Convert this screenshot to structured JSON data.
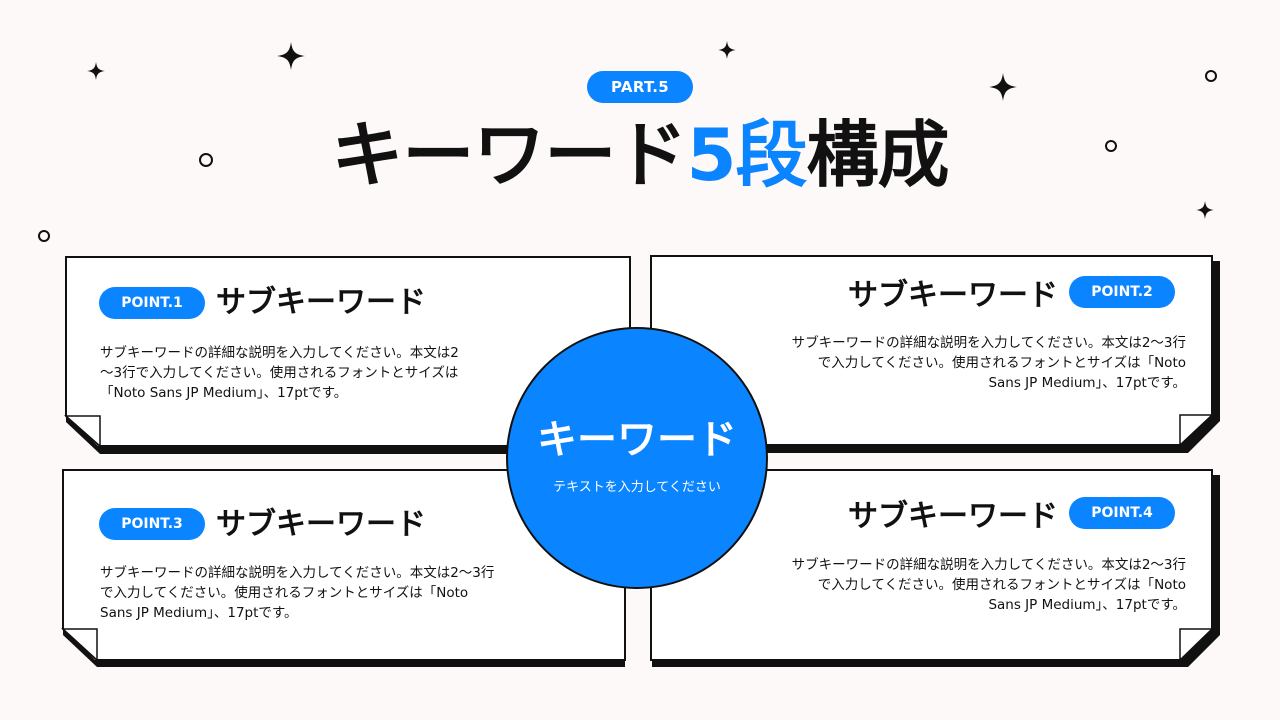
{
  "header": {
    "part_label": "PART.5",
    "title_prefix": "キーワード",
    "title_accent": "5段",
    "title_suffix": "構成"
  },
  "colors": {
    "accent": "#0a84ff",
    "background": "#fdf9f8",
    "ink": "#111111",
    "card": "#ffffff"
  },
  "center": {
    "title": "キーワード",
    "subtitle": "テキストを入力してください"
  },
  "points": [
    {
      "label": "POINT.1",
      "title": "サブキーワード",
      "body_lines": [
        "サブキーワードの詳細な説明を入力してください。本文は2",
        "〜3行で入力してください。使用されるフォントとサイズは",
        "「Noto Sans JP Medium」、17ptです。"
      ]
    },
    {
      "label": "POINT.2",
      "title": "サブキーワード",
      "body_lines": [
        "サブキーワードの詳細な説明を入力してください。本文は2〜3行",
        "で入力してください。使用されるフォントとサイズは「Noto",
        "Sans JP Medium」、17ptです。"
      ]
    },
    {
      "label": "POINT.3",
      "title": "サブキーワード",
      "body_lines": [
        "サブキーワードの詳細な説明を入力してください。本文は2〜3行",
        "で入力してください。使用されるフォントとサイズは「Noto",
        "Sans JP Medium」、17ptです。"
      ]
    },
    {
      "label": "POINT.4",
      "title": "サブキーワード",
      "body_lines": [
        "サブキーワードの詳細な説明を入力してください。本文は2〜3行",
        "で入力してください。使用されるフォントとサイズは「Noto",
        "Sans JP Medium」、17ptです。"
      ]
    }
  ],
  "decorations": {
    "stars": [
      "sparkle-icon",
      "sparkle-icon",
      "sparkle-icon",
      "sparkle-icon",
      "sparkle-icon"
    ],
    "rings": [
      "circle-outline-icon",
      "circle-outline-icon",
      "circle-outline-icon",
      "circle-outline-icon"
    ]
  }
}
